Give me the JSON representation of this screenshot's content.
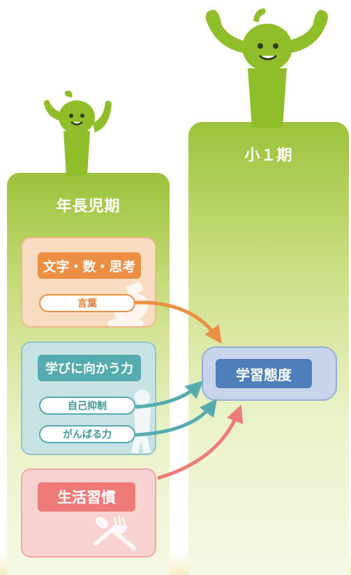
{
  "columns": {
    "left_title": "年長児期",
    "right_title": "小１期"
  },
  "groups": [
    {
      "title": "文字・数・思考",
      "items": [
        "言葉"
      ],
      "color": "#ec8f45"
    },
    {
      "title": "学びに向かう力",
      "items": [
        "自己抑制",
        "がんばる力"
      ],
      "color": "#55abad"
    },
    {
      "title": "生活習慣",
      "items": [],
      "color": "#ef7b78"
    }
  ],
  "target": {
    "title": "学習態度",
    "color": "#4f7fba"
  },
  "colors": {
    "column_green": "#9cc23a",
    "mascot_green": "#8fbe2a",
    "orange": "#ec8f45",
    "teal": "#55abad",
    "pink": "#ef7b78",
    "blue": "#4f7fba"
  },
  "icons": [
    "mascot-small-icon",
    "mascot-large-icon",
    "fork-spoon-icon",
    "pencil-hand-icon",
    "figure-icon"
  ]
}
